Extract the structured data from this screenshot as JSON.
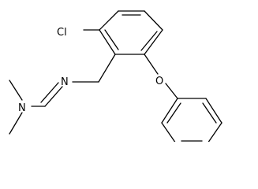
{
  "molecule": {
    "atoms": {
      "cl": "Cl",
      "o": "O",
      "n_imine": "N",
      "n_amine": "N"
    }
  }
}
